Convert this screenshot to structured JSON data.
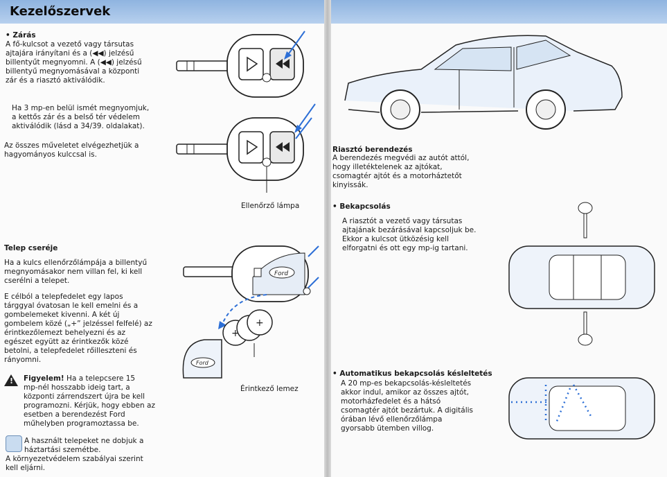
{
  "header": {
    "title": "Kezelőszervek"
  },
  "left": {
    "zaras_title": "Zárás",
    "zaras_text": "A fő-kulcsot a vezető vagy társutas\najtajára irányítani és a (◀◀) jelzésű\nbillentyűt megnyomni. A (◀◀) jelzésű\nbillentyű megnyomásával a központi\nzár és a riasztó aktiválódik.",
    "double_lock_text": "Ha 3 mp-en belül ismét megnyomjuk,\na kettős zár és a belső tér védelem\naktiválódik (lásd a 34/39. oldalakat).",
    "manual_text": "Az összes műveletet elvégezhetjük a\nhagyományos kulccsal is.",
    "lamp_label": "Ellenőrző lámpa",
    "battery_title": "Telep cseréje",
    "battery_p1": "Ha a kulcs ellenőrzőlámpája a billentyű\nmegnyomásakor nem villan fel, ki kell\ncserélni a telepet.",
    "battery_p2": "E célból a telepfedelet egy lapos\ntárggyal óvatosan le kell emelni és a\ngombelemeket kivenni. A két új\ngombelem közé („+” jelzéssel felfelé) az\nérintkezőlemezt behelyezni és az\negészet együtt az érintkezők közé\nbetolni, a telepfedelet rőilleszteni és\nrányomni.",
    "contact_label": "Érintkező lemez",
    "warning_title": "Figyelem!",
    "warning_text": " Ha a telepcsere 15\nmp-nél hosszabb ideig tart, a\nközponti zárrendszert újra be kell\nprogramozni. Kérjük, hogy ebben az\nesetben a berendezést Ford\nműhelyben programoztassa be.",
    "env_text1": "A használt telepeket ne dobjuk a\nháztartási szemétbe.",
    "env_text2": "A környezetvédelem szabályai szerint\nkell eljárni.",
    "key_logo": "Ford"
  },
  "right": {
    "alarm_title": "Riasztó berendezés",
    "alarm_text": "A berendezés megvédi az autót attól,\nhogy illetéktelenek az ajtókat,\ncsomagtér ajtót és a motorháztetőt\nkinyissák.",
    "on_title": "Bekapcsolás",
    "on_text": "A riasztót a vezető vagy társutas\najtajának bezárásával kapcsoljuk be.\nEkkor a kulcsot ütközésig kell\nelforgatni és ott egy mp-ig tartani.",
    "delay_title": "Automatikus bekapcsolás késleltetés",
    "delay_text": "A 20 mp-es bekapcsolás-késleltetés\nakkor indul, amikor az összes ajtót,\nmotorházfedelet és a hátsó\ncsomagtér ajtót bezártuk. A digitális\nórában lévő ellenőrzőlámpa\ngyorsabb ütemben villog."
  },
  "colors": {
    "accent_blue": "#2d6fd6",
    "header_blue": "#9fc0e8"
  }
}
